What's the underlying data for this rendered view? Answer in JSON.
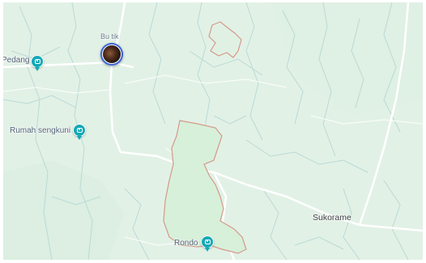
{
  "map": {
    "places": {
      "butik": "Bu tik",
      "pedang": "Pedang",
      "rumah_sengkuni": "Rumah sengkuni",
      "rondo": "Rondo",
      "sukorame": "Sukorame"
    },
    "colors": {
      "land": "#e2f1e6",
      "highlight_area": "#d9f0db",
      "boundary": "#d49a8a",
      "rivers": "#b8d9d6",
      "roads": "#ffffff",
      "pin": "#13a9b6",
      "photo_ring": "#3b64d9"
    },
    "icons": [
      "photo-marker",
      "camera-pin-icon"
    ]
  }
}
